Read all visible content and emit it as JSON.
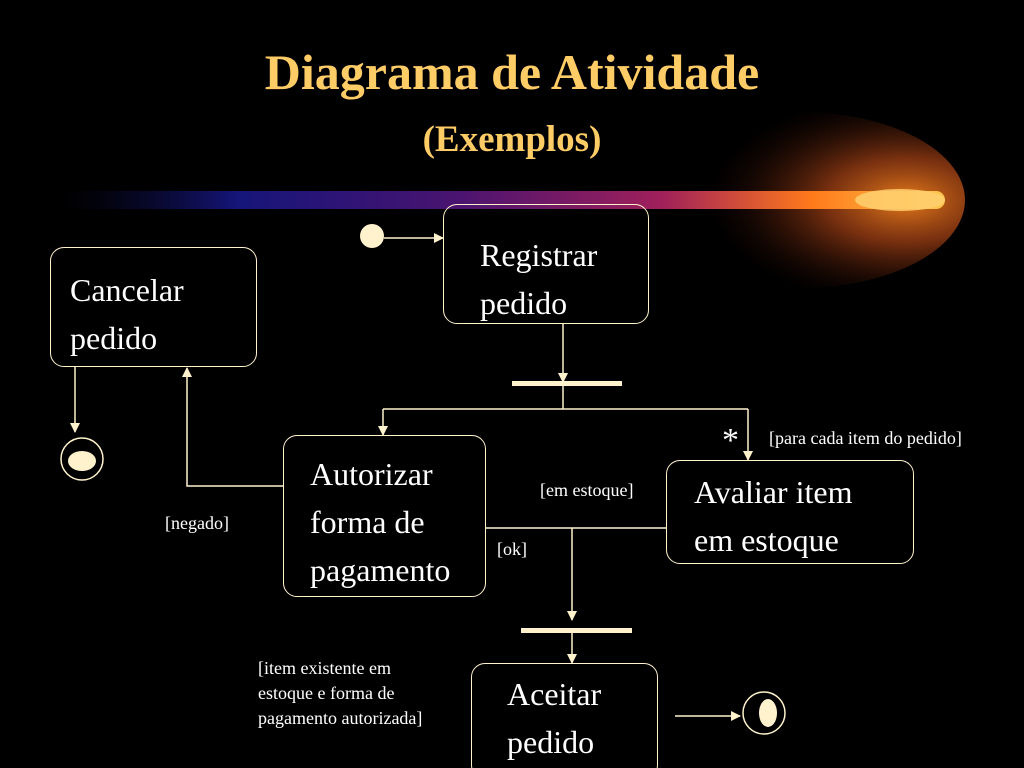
{
  "slide": {
    "title": "Diagrama de Atividade",
    "subtitle": "(Exemplos)"
  },
  "activities": {
    "registrar": "Registrar\npedido",
    "cancelar": "Cancelar\npedido",
    "autorizar": "Autorizar\nforma de\npagamento",
    "avaliar": "Avaliar item\nem estoque",
    "aceitar": "Aceitar\npedido"
  },
  "guards": {
    "para_cada": "[para cada item do pedido]",
    "multiplicity": "*",
    "em_estoque": "[em estoque]",
    "ok": "[ok]",
    "negado": "[negado]",
    "item_existente": "[item existente em\nestoque e forma de\npagamento autorizada]"
  },
  "colors": {
    "background": "#000000",
    "title": "#FFCC66",
    "text": "#FFFFFF",
    "lines": "#FFF2CC"
  }
}
